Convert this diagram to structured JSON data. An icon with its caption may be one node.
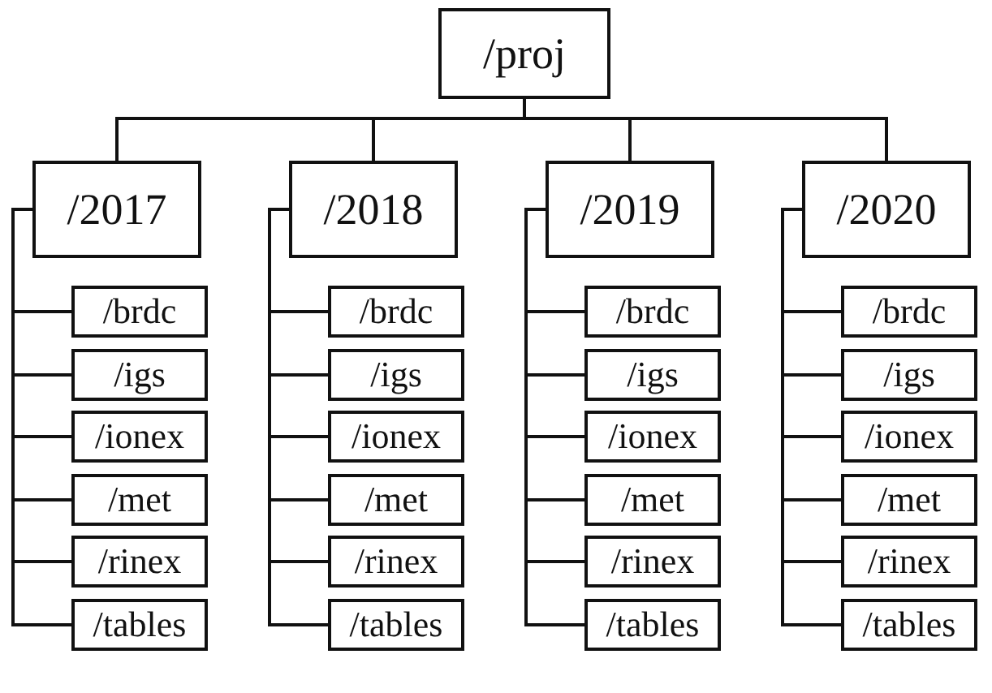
{
  "diagram": {
    "nodes": [
      {
        "text": [
          "/proj"
        ]
      },
      {
        "text": [
          "/2017"
        ]
      },
      {
        "text": [
          "/brdc"
        ]
      },
      {
        "text": [
          "/igs"
        ]
      },
      {
        "text": [
          "/ionex"
        ]
      },
      {
        "text": [
          "/met"
        ]
      },
      {
        "text": [
          "/rinex"
        ]
      },
      {
        "text": [
          "/tables"
        ]
      },
      {
        "text": [
          "/2018"
        ]
      },
      {
        "text": [
          "/brdc"
        ]
      },
      {
        "text": [
          "/igs"
        ]
      },
      {
        "text": [
          "/ionex"
        ]
      },
      {
        "text": [
          "/met"
        ]
      },
      {
        "text": [
          "/rinex"
        ]
      },
      {
        "text": [
          "/tables"
        ]
      },
      {
        "text": [
          "/2019"
        ]
      },
      {
        "text": [
          "/brdc"
        ]
      },
      {
        "text": [
          "/igs"
        ]
      },
      {
        "text": [
          "/ionex"
        ]
      },
      {
        "text": [
          "/met"
        ]
      },
      {
        "text": [
          "/rinex"
        ]
      },
      {
        "text": [
          "/tables"
        ]
      },
      {
        "text": [
          "/2020"
        ]
      },
      {
        "text": [
          "/brdc"
        ]
      },
      {
        "text": [
          "/igs"
        ]
      },
      {
        "text": [
          "/ionex"
        ]
      },
      {
        "text": [
          "/met"
        ]
      },
      {
        "text": [
          "/rinex"
        ]
      },
      {
        "text": [
          "/tables"
        ]
      }
    ],
    "edges": [
      {
        "from": 0,
        "to": 1,
        "arrow": "none"
      },
      {
        "from": 0,
        "to": 8,
        "arrow": "none"
      },
      {
        "from": 0,
        "to": 15,
        "arrow": "none"
      },
      {
        "from": 0,
        "to": 22,
        "arrow": "none"
      },
      {
        "from": 1,
        "to": 2,
        "arrow": "none"
      },
      {
        "from": 1,
        "to": 3,
        "arrow": "none"
      },
      {
        "from": 1,
        "to": 4,
        "arrow": "none"
      },
      {
        "from": 1,
        "to": 5,
        "arrow": "none"
      },
      {
        "from": 1,
        "to": 6,
        "arrow": "none"
      },
      {
        "from": 1,
        "to": 7,
        "arrow": "none"
      },
      {
        "from": 8,
        "to": 9,
        "arrow": "none"
      },
      {
        "from": 8,
        "to": 10,
        "arrow": "none"
      },
      {
        "from": 8,
        "to": 11,
        "arrow": "none"
      },
      {
        "from": 8,
        "to": 12,
        "arrow": "none"
      },
      {
        "from": 8,
        "to": 13,
        "arrow": "none"
      },
      {
        "from": 8,
        "to": 14,
        "arrow": "none"
      },
      {
        "from": 15,
        "to": 16,
        "arrow": "none"
      },
      {
        "from": 15,
        "to": 17,
        "arrow": "none"
      },
      {
        "from": 15,
        "to": 18,
        "arrow": "none"
      },
      {
        "from": 15,
        "to": 19,
        "arrow": "none"
      },
      {
        "from": 15,
        "to": 20,
        "arrow": "none"
      },
      {
        "from": 15,
        "to": 21,
        "arrow": "none"
      },
      {
        "from": 22,
        "to": 23,
        "arrow": "none"
      },
      {
        "from": 22,
        "to": 24,
        "arrow": "none"
      },
      {
        "from": 22,
        "to": 25,
        "arrow": "none"
      },
      {
        "from": 22,
        "to": 26,
        "arrow": "none"
      },
      {
        "from": 22,
        "to": 27,
        "arrow": "none"
      },
      {
        "from": 22,
        "to": 28,
        "arrow": "none"
      }
    ]
  }
}
